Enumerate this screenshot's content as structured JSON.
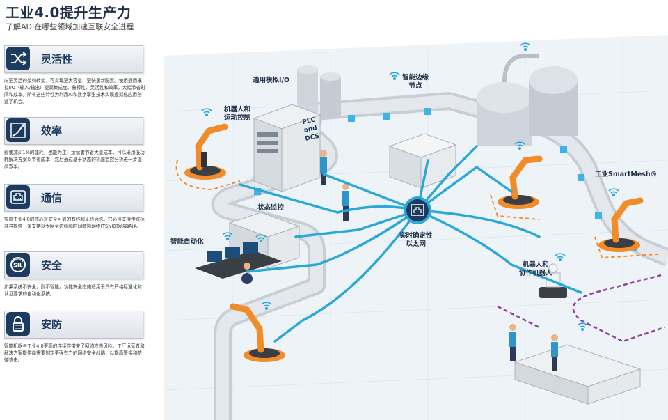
{
  "header": {
    "title": "工业4.0提升生产力",
    "subtitle": "了解ADI在哪些领域加速互联安全进程"
  },
  "sections": [
    {
      "label": "灵活性",
      "icon": "shuffle-icon",
      "text": "向更灵活的架构转变，可实现更大容量、更快重新配置。使用通用模拟I/O（输入/输出）提高集成度、鲁棒性、灵活性和效率，大幅节省时间和成本。所有这些特性为利用AI和数字孪生技术实现虚拟化应用创造了机会。"
    },
    {
      "label": "效率",
      "icon": "efficiency-gauge-icon",
      "text": "即使减少1%的能耗，也能为工厂运营者节省大量成本。可以采用低功耗解决方案以节省成本，然后通过基于状态的机器监控分析进一步提高效率。"
    },
    {
      "label": "通信",
      "icon": "ethernet-port-icon",
      "text": "实施工业4.0的核心是安全可靠的有线和无线通信。它必须支持传统标准并提供一条支持以太网至边缘和时间敏感网络(TSN)的发展路径。"
    },
    {
      "label": "安全",
      "icon": "sil-badge-icon",
      "text": "如果系统不安全，则不智能。功能安全措施适用于具有严格标准化和认证要求的自动化系统。"
    },
    {
      "label": "安防",
      "icon": "padlock-icon",
      "text": "智能机器与工业4.0更高的连接性带来了网络攻击风险。工厂运营者和解决方案提供商需要制定更强有力的网络安全战略，以提高警惕和防御攻击。"
    }
  ],
  "callouts": {
    "universal_io": "通用模拟I/O",
    "edge_node": "智能边缘\n节点",
    "robot_motion": "机器人和\n运动控制",
    "plc": "PLC\nand\nDCS",
    "condition_monitoring": "状态监控",
    "smart_automation": "智能自动化",
    "realtime_ethernet": "实时确定性\n以太网",
    "smartmesh": "工业SmartMesh®",
    "cobots": "机器人和\n协作机器人"
  },
  "colors": {
    "navy": "#1d3a5f",
    "network": "#2aa8d8",
    "orange": "#f28c28",
    "floor": "#e8f0f6"
  }
}
